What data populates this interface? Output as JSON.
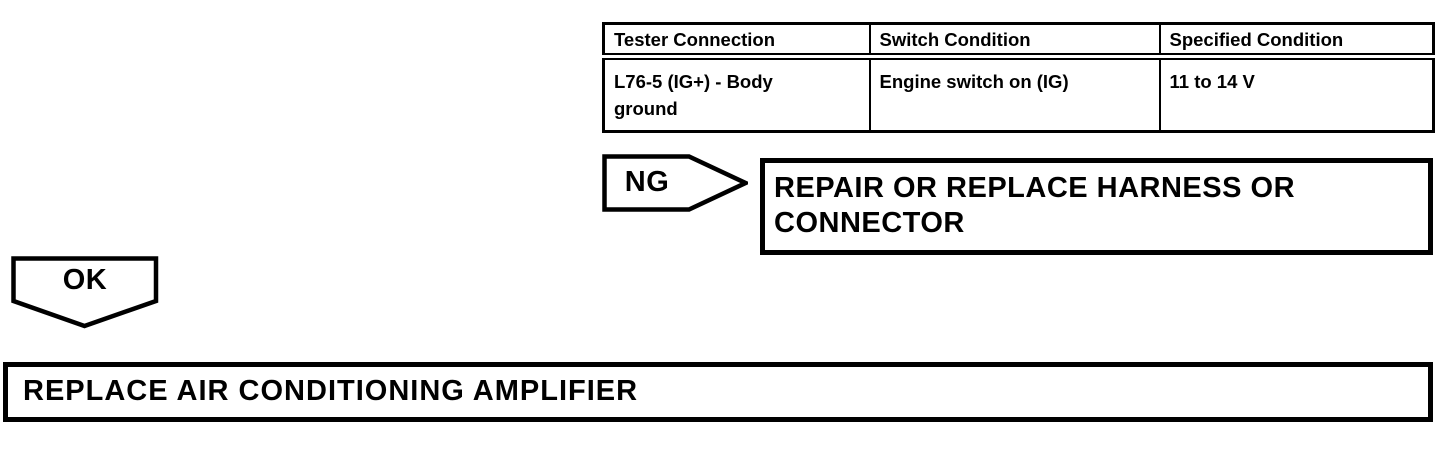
{
  "page": {
    "background": "#ffffff",
    "ink": "#000000"
  },
  "spec_table": {
    "headers": {
      "tester_connection": "Tester Connection",
      "switch_condition": "Switch Condition",
      "specified_condition": "Specified Condition"
    },
    "row": {
      "tester_connection": "L76-5 (IG+) - Body\nground",
      "switch_condition": "Engine switch on (IG)",
      "specified_condition": "11 to 14 V"
    }
  },
  "flowchart": {
    "ng": {
      "label": "NG",
      "action": "REPAIR OR REPLACE HARNESS OR\nCONNECTOR"
    },
    "ok": {
      "label": "OK",
      "action": "REPLACE AIR CONDITIONING AMPLIFIER"
    }
  }
}
